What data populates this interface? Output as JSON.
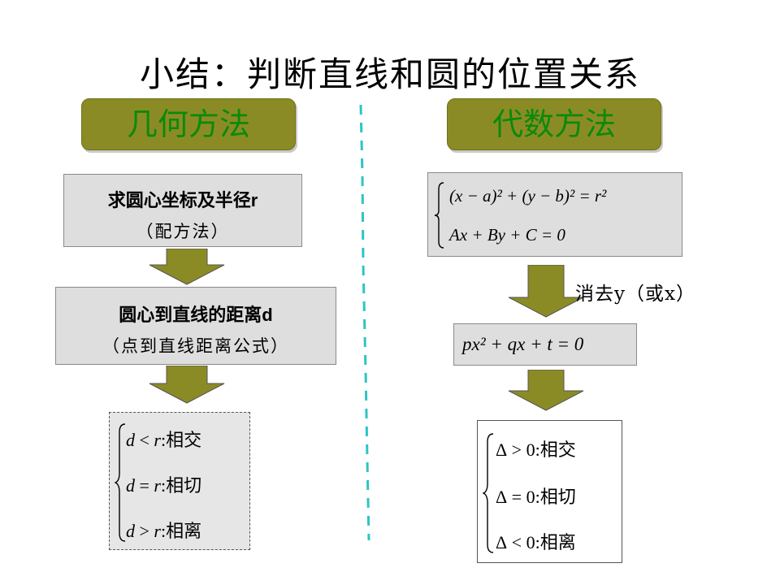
{
  "title": "小结：判断直线和圆的位置关系",
  "left": {
    "header": "几何方法",
    "step1_main": "求圆心坐标及半径r",
    "step1_sub": "（配方法）",
    "step2_main": "圆心到直线的距离d",
    "step2_sub": "（点到直线距离公式）",
    "cases": [
      {
        "var": "d",
        "op": "<",
        "rhs": "r",
        "relation": "相交"
      },
      {
        "var": "d",
        "op": "=",
        "rhs": "r",
        "relation": "相切"
      },
      {
        "var": "d",
        "op": ">",
        "rhs": "r",
        "relation": "相离"
      }
    ]
  },
  "right": {
    "header": "代数方法",
    "system_line1": "(x − a)² + (y − b)² = r²",
    "system_line2": "Ax + By + C = 0",
    "eliminate_note": "消去y（或x）",
    "quadratic": "px² + qx + t = 0",
    "cases": [
      {
        "var": "Δ",
        "op": ">",
        "rhs": "0",
        "relation": "相交"
      },
      {
        "var": "Δ",
        "op": "=",
        "rhs": "0",
        "relation": "相切"
      },
      {
        "var": "Δ",
        "op": "<",
        "rhs": "0",
        "relation": "相离"
      }
    ]
  },
  "colors": {
    "header_fill": "#8b8b26",
    "header_text": "#0a8a0a",
    "box_fill": "#dedede",
    "divider": "#2ec4c4"
  }
}
